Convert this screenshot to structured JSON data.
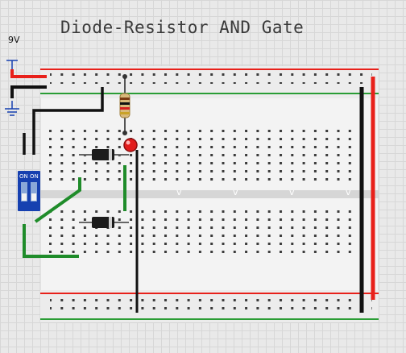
{
  "title": "Diode-Resistor AND Gate",
  "supply_label": "9V",
  "switch_labels": [
    "ON",
    "ON"
  ],
  "channel_marks": [
    "v",
    "v",
    "v",
    "v"
  ],
  "colors": {
    "background": "#e9e9e9",
    "breadboard": "#f2f2f2",
    "rail_red": "#e8201a",
    "rail_green": "#2a9d35",
    "wire_black": "#111111",
    "wire_green": "#1f8c2a",
    "switch_blue": "#1640b0",
    "led_red": "#e21d1d"
  },
  "icons": [
    "ground-icon",
    "battery-terminal-icon",
    "resistor-icon",
    "diode-icon",
    "led-icon",
    "dip-switch-icon"
  ]
}
